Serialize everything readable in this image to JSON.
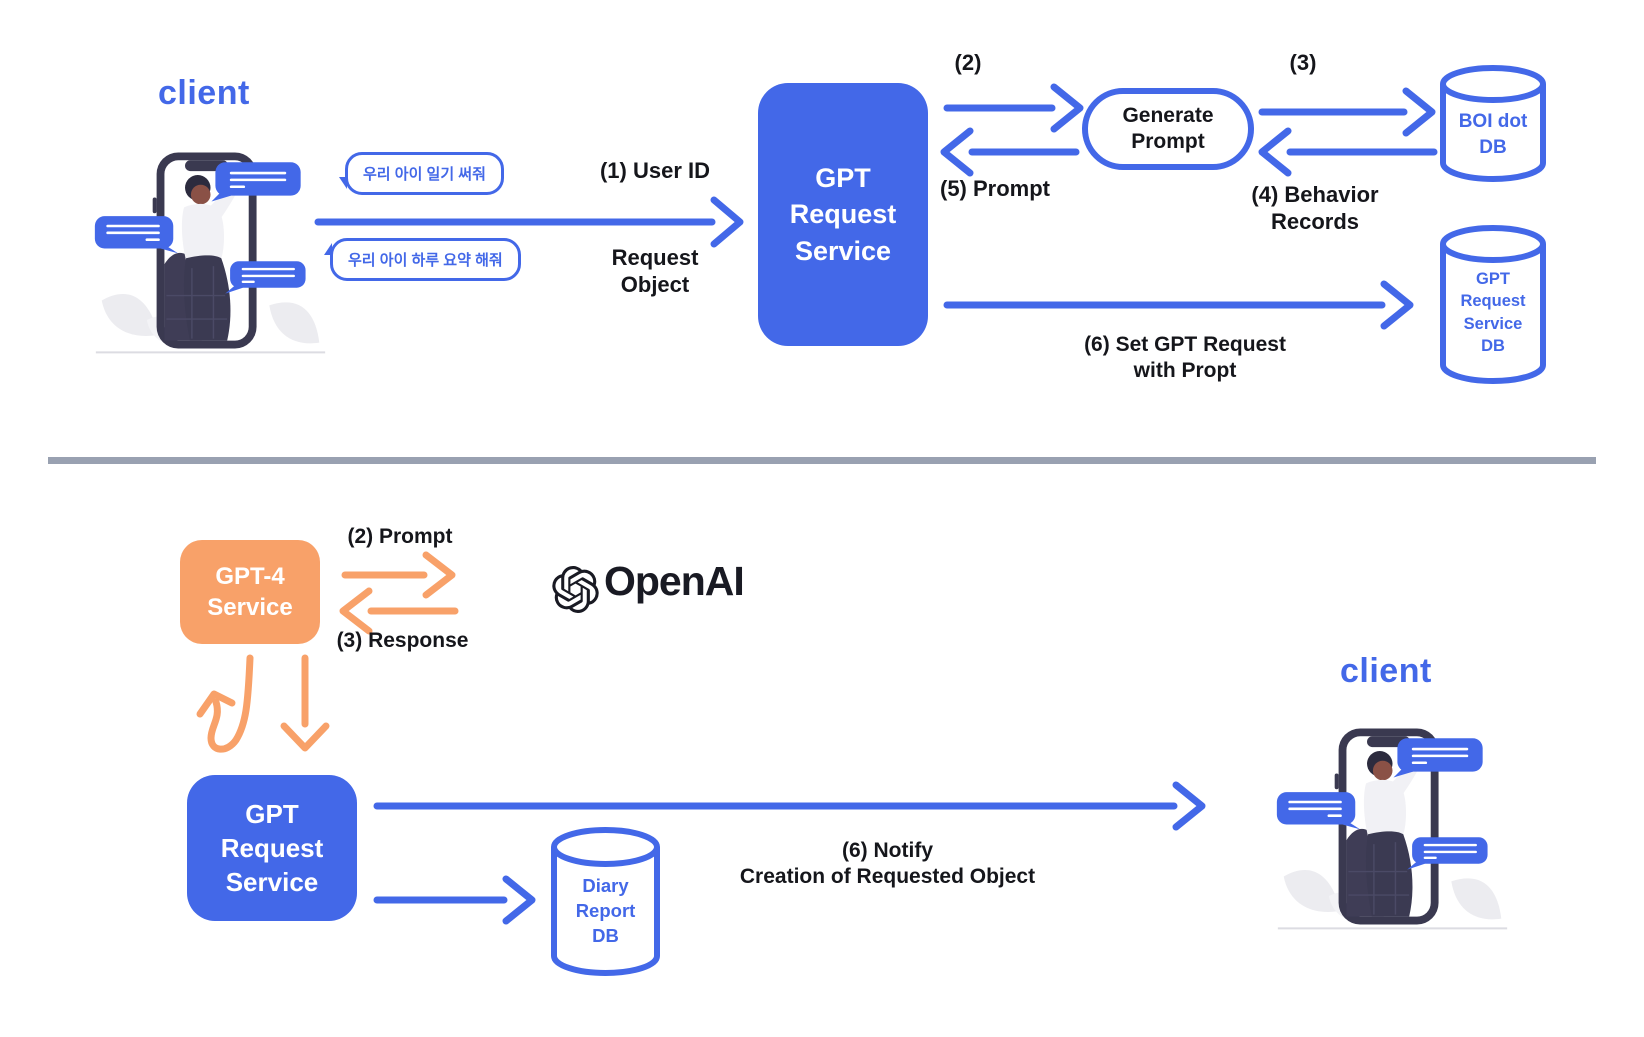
{
  "top": {
    "client_label": "client",
    "bubble1": "우리 아이 일기 써줘",
    "bubble2": "우리 아이 하루 요약 해줘",
    "arrow1_title": "(1) User ID",
    "arrow1_subtitle": "Request\nObject",
    "gpt_request_service": "GPT\nRequest\nService",
    "step2": "(2)",
    "step5": "(5) Prompt",
    "generate_prompt": "Generate\nPrompt",
    "step3": "(3)",
    "step4": "(4) Behavior\nRecords",
    "boi_db": "BOI dot\nDB",
    "gpt_request_db": "GPT\nRequest\nService\nDB",
    "step6": "(6) Set GPT Request\nwith Propt"
  },
  "bottom": {
    "gpt4_service": "GPT-4\nService",
    "step2": "(2) Prompt",
    "step3": "(3) Response",
    "openai_wordmark": "OpenAI",
    "gpt_request_service": "GPT\nRequest\nService",
    "diary_db": "Diary\nReport\nDB",
    "step6": "(6) Notify\nCreation of Requested Object",
    "client_label": "client"
  },
  "colors": {
    "accent_blue": "#4368e8",
    "accent_orange": "#f8a169",
    "phone_navy": "#3a3950",
    "divider_gray": "#99a1b1",
    "label_black": "#15161b"
  },
  "icons": {
    "openai": "openai-icon",
    "database": "database-cylinder-icon",
    "client_left": "phone-client-illustration",
    "client_right": "phone-client-illustration",
    "chat_bubbles": "chat-bubble-icon"
  }
}
